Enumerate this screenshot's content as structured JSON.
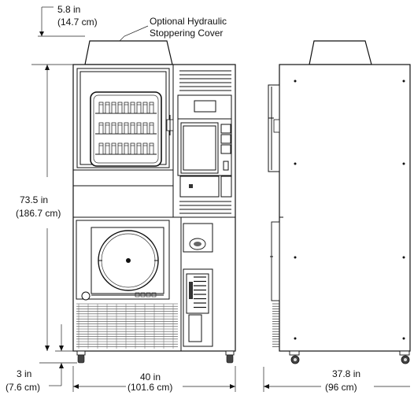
{
  "callout": {
    "line1": "Optional Hydraulic",
    "line2": "Stoppering Cover"
  },
  "dimensions": {
    "cover_height": {
      "imperial": "5.8 in",
      "metric": "(14.7 cm)"
    },
    "total_height": {
      "imperial": "73.5 in",
      "metric": "(186.7 cm)"
    },
    "caster_height": {
      "imperial": "3 in",
      "metric": "(7.6 cm)"
    },
    "front_width": {
      "imperial": "40 in",
      "metric": "(101.6 cm)"
    },
    "side_depth": {
      "imperial": "37.8 in",
      "metric": "(96 cm)"
    }
  }
}
